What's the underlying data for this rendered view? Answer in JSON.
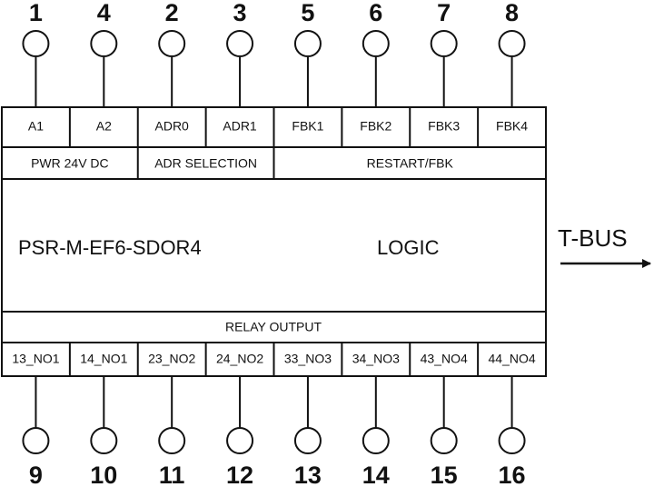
{
  "module": {
    "name": "PSR-M-EF6-SDOR4",
    "logic_label": "LOGIC"
  },
  "output_arrow": {
    "label": "T-BUS"
  },
  "top_terminals": [
    {
      "number": "1",
      "label": "A1"
    },
    {
      "number": "4",
      "label": "A2"
    },
    {
      "number": "2",
      "label": "ADR0"
    },
    {
      "number": "3",
      "label": "ADR1"
    },
    {
      "number": "5",
      "label": "FBK1"
    },
    {
      "number": "6",
      "label": "FBK2"
    },
    {
      "number": "7",
      "label": "FBK3"
    },
    {
      "number": "8",
      "label": "FBK4"
    }
  ],
  "top_groups": [
    {
      "label": "PWR 24V DC",
      "span": 2
    },
    {
      "label": "ADR SELECTION",
      "span": 2
    },
    {
      "label": "RESTART/FBK",
      "span": 4
    }
  ],
  "bottom_group": {
    "label": "RELAY OUTPUT"
  },
  "bottom_terminals": [
    {
      "number": "9",
      "label": "13_NO1"
    },
    {
      "number": "10",
      "label": "14_NO1"
    },
    {
      "number": "11",
      "label": "23_NO2"
    },
    {
      "number": "12",
      "label": "24_NO2"
    },
    {
      "number": "13",
      "label": "33_NO3"
    },
    {
      "number": "14",
      "label": "34_NO3"
    },
    {
      "number": "15",
      "label": "43_NO4"
    },
    {
      "number": "16",
      "label": "44_NO4"
    }
  ]
}
